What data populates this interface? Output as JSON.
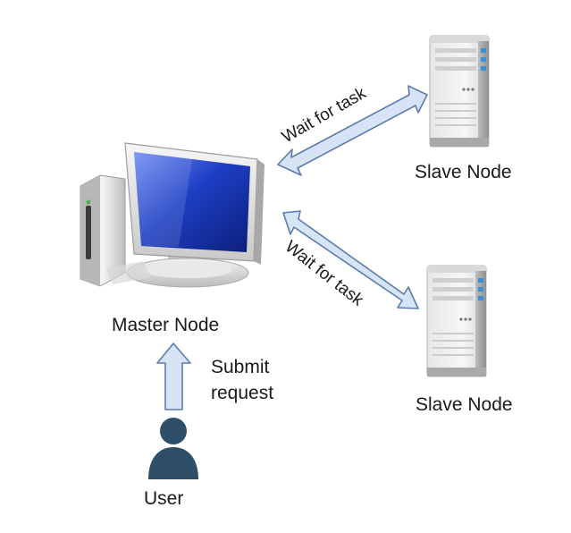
{
  "nodes": {
    "master": {
      "label": "Master Node",
      "icon": "desktop-computer-icon"
    },
    "slave_1": {
      "label": "Slave Node",
      "icon": "server-tower-icon"
    },
    "slave_2": {
      "label": "Slave Node",
      "icon": "server-tower-icon"
    },
    "user": {
      "label": "User",
      "icon": "user-icon"
    }
  },
  "edges": [
    {
      "from": "master",
      "to": "slave_1",
      "label": "Wait for task",
      "direction": "bidirectional"
    },
    {
      "from": "master",
      "to": "slave_2",
      "label": "Wait for task",
      "direction": "bidirectional"
    },
    {
      "from": "user",
      "to": "master",
      "label_line_1": "Submit",
      "label_line_2": "request",
      "direction": "up"
    }
  ],
  "colors": {
    "arrow_fill": "#d6e4f5",
    "arrow_stroke": "#5b7cae",
    "user_fill": "#2f4e68",
    "screen": "#1a3db8",
    "text": "#1a1a1a"
  }
}
